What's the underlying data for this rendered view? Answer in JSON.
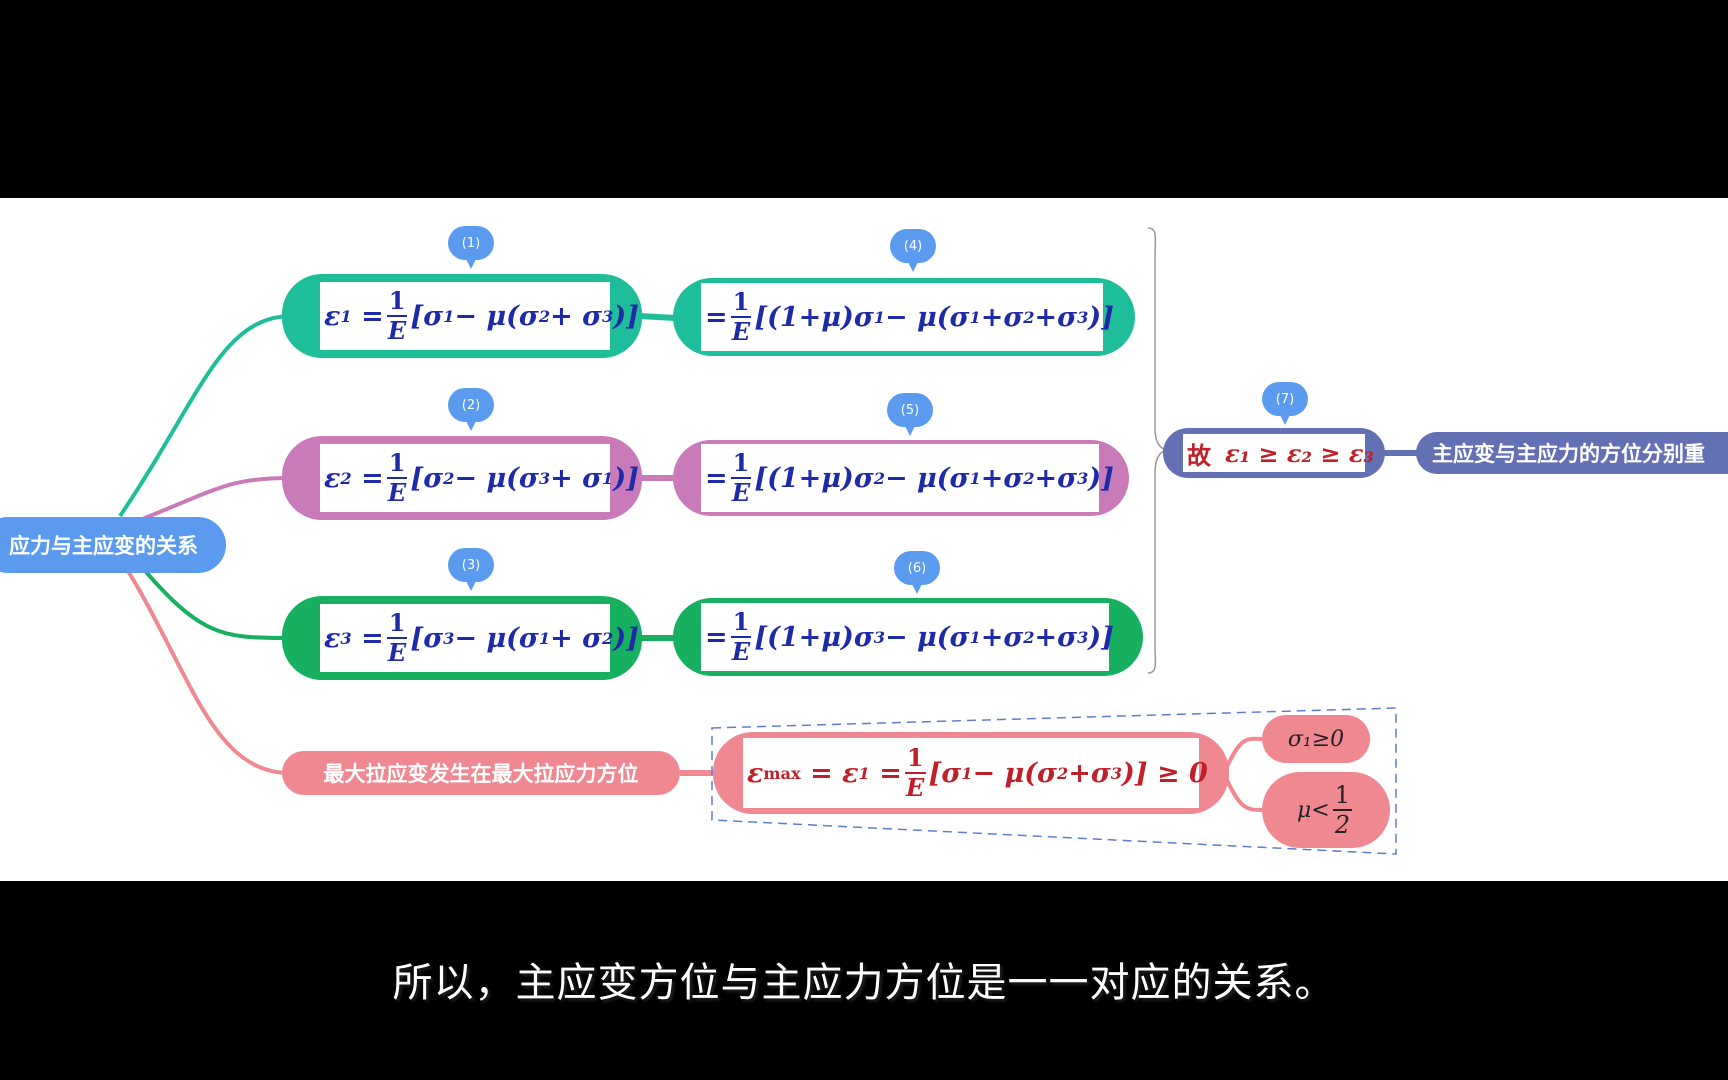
{
  "root": {
    "label": "应力与主应变的关系"
  },
  "colors": {
    "root": "#5b9bef",
    "teal": "#1fbe9a",
    "magenta": "#c97ab8",
    "green": "#16b060",
    "pink": "#ef8891",
    "navy": "#6370b4",
    "formula_blue": "#1f2aa8",
    "formula_red": "#c0202a"
  },
  "pins": [
    "(1)",
    "(2)",
    "(3)",
    "(4)",
    "(5)",
    "(6)",
    "(7)"
  ],
  "rows": [
    {
      "eps": "ε",
      "idx": "1",
      "a": "1",
      "b": "2",
      "c": "3"
    },
    {
      "eps": "ε",
      "idx": "2",
      "a": "2",
      "b": "3",
      "c": "1"
    },
    {
      "eps": "ε",
      "idx": "3",
      "a": "3",
      "b": "1",
      "c": "2"
    }
  ],
  "summary": {
    "gu": "故",
    "inequality": "ε₁ ≥ ε₂ ≥ ε₃",
    "conclusion": "主应变与主应力的方位分别重"
  },
  "max_strain": {
    "label": "最大拉应变发生在最大拉应力方位",
    "lhs": "ε",
    "lhs_sub": "max",
    "condition1": "σ₁≥0",
    "condition2_lhs": "μ<",
    "condition2_num": "1",
    "condition2_den": "2"
  },
  "subtitle": "所以，主应变方位与主应力方位是一一对应的关系。"
}
